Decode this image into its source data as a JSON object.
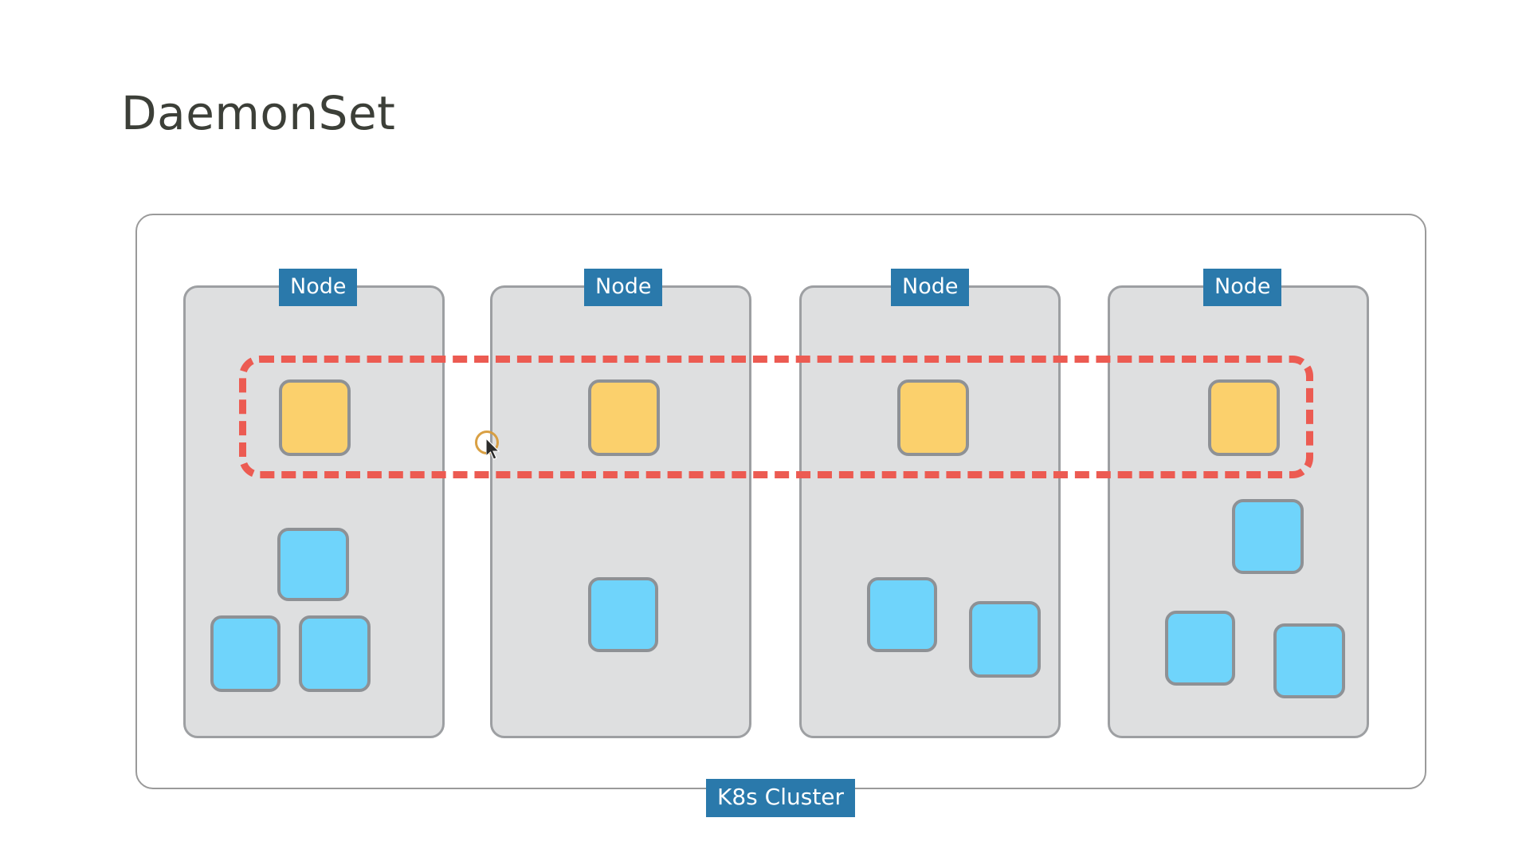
{
  "page": {
    "title": "DaemonSet",
    "background": "#ffffff"
  },
  "colors": {
    "badge_blue": "#2a79ab",
    "badge_text": "#ffffff",
    "node_fill": "#dedfe0",
    "node_border": "#9d9fa2",
    "cluster_border": "#9a9a9a",
    "pod_yellow": "#fbd06c",
    "pod_blue": "#6fd4fb",
    "pod_border": "#8e9195",
    "daemonset_dash": "#ec5b52",
    "title_text": "#3c3f38",
    "cursor_ring": "#d79b3a"
  },
  "cluster": {
    "label": "K8s Cluster",
    "nodes": [
      {
        "label": "Node",
        "pods": [
          {
            "kind": "daemon",
            "color": "yellow"
          },
          {
            "kind": "app",
            "color": "blue"
          },
          {
            "kind": "app",
            "color": "blue"
          },
          {
            "kind": "app",
            "color": "blue"
          }
        ]
      },
      {
        "label": "Node",
        "pods": [
          {
            "kind": "daemon",
            "color": "yellow"
          },
          {
            "kind": "app",
            "color": "blue"
          }
        ]
      },
      {
        "label": "Node",
        "pods": [
          {
            "kind": "daemon",
            "color": "yellow"
          },
          {
            "kind": "app",
            "color": "blue"
          },
          {
            "kind": "app",
            "color": "blue"
          }
        ]
      },
      {
        "label": "Node",
        "pods": [
          {
            "kind": "daemon",
            "color": "yellow"
          },
          {
            "kind": "app",
            "color": "blue"
          },
          {
            "kind": "app",
            "color": "blue"
          },
          {
            "kind": "app",
            "color": "blue"
          }
        ]
      }
    ]
  },
  "daemonset_selection": {
    "style": "dashed",
    "color": "#ec5b52",
    "spans_nodes": 4
  },
  "cursor": {
    "icon": "mouse-pointer",
    "highlight": "circle"
  }
}
